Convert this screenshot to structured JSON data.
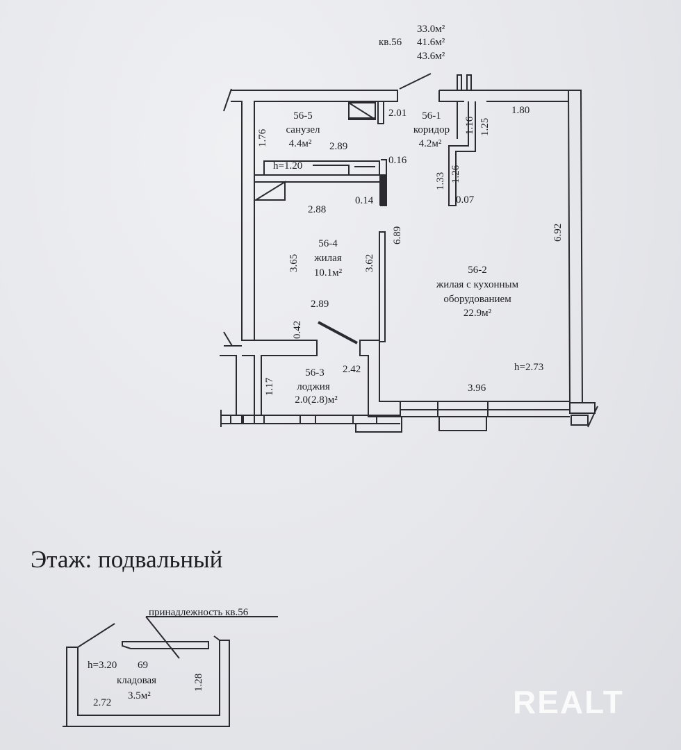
{
  "apartment": {
    "areas": [
      "33.0м²",
      "41.6м²",
      "43.6м²"
    ],
    "label": "кв.56"
  },
  "rooms": {
    "bath": {
      "id": "56-5",
      "name": "санузел",
      "area": "4.4м²"
    },
    "corridor": {
      "id": "56-1",
      "name": "коридор",
      "area": "4.2м²"
    },
    "bedroom": {
      "id": "56-4",
      "name": "жилая",
      "area": "10.1м²"
    },
    "living": {
      "id": "56-2",
      "name_line1": "жилая с кухонным",
      "name_line2": "оборудованием",
      "area": "22.9м²",
      "height": "h=2.73"
    },
    "loggia": {
      "id": "56-3",
      "name": "лоджия",
      "area": "2.0(2.8)м²"
    }
  },
  "dimensions": {
    "bath_width": "2.89",
    "bath_niche": "2.01",
    "bath_height_side": "1.76",
    "bath_sill": "h=1.20",
    "partition_016": "0.16",
    "corr_116": "1.16",
    "corr_125": "1.25",
    "corr_133": "1.33",
    "corr_126": "1.26",
    "corr_007": "0.07",
    "living_top": "1.80",
    "living_side": "6.92",
    "living_689": "6.89",
    "living_bottom": "3.96",
    "bed_top": "2.88",
    "bed_014": "0.14",
    "bed_left": "3.65",
    "bed_right": "3.62",
    "bed_bottom": "2.89",
    "bed_042": "0.42",
    "loggia_width": "2.42",
    "loggia_height": "1.17"
  },
  "floor_title": "Этаж: подвальный",
  "storage": {
    "belongs": "принадлежность кв.56",
    "height": "h=3.20",
    "number": "69",
    "name": "кладовая",
    "area": "3.5м²",
    "width": "2.72",
    "depth": "1.28"
  },
  "watermark": "REALT"
}
